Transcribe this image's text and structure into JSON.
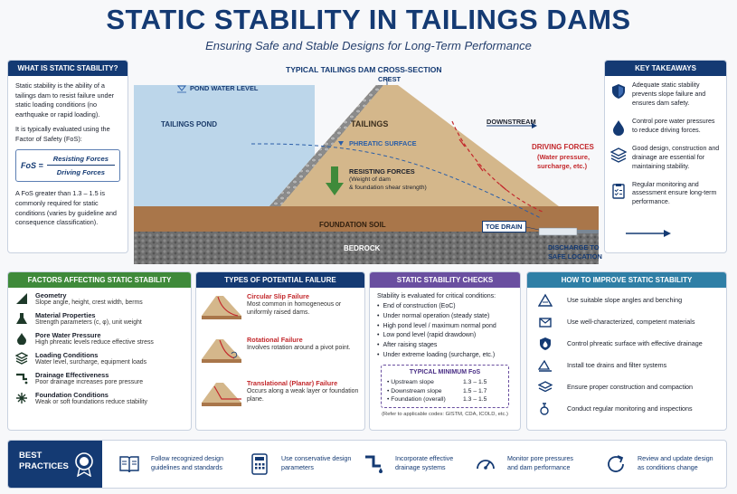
{
  "header": {
    "title": "STATIC STABILITY IN TAILINGS DAMS",
    "subtitle": "Ensuring Safe and Stable Designs for Long-Term Performance"
  },
  "colors": {
    "navy": "#143a73",
    "green": "#3f8a3a",
    "purple": "#6a4fa0",
    "teal": "#2f7fa6",
    "red": "#c3282c"
  },
  "what_is": {
    "title": "WHAT IS STATIC STABILITY?",
    "p1": "Static stability is the ability of a tailings dam to resist failure under static loading conditions (no earthquake or rapid loading).",
    "p2": "It is typically evaluated using the Factor of Safety (FoS):",
    "fos_label": "FoS =",
    "fos_num": "Resisting Forces",
    "fos_den": "Driving Forces",
    "p3": "A FoS greater than 1.3 – 1.5 is commonly required for static conditions (varies by guideline and consequence classification)."
  },
  "diagram": {
    "title": "TYPICAL TAILINGS DAM CROSS-SECTION",
    "pond_level": "POND WATER LEVEL",
    "crest": "CREST",
    "tailings_pond": "TAILINGS POND",
    "tailings": "TAILINGS",
    "downstream": "DOWNSTREAM",
    "phreatic": "PHREATIC SURFACE",
    "resisting_title": "RESISTING FORCES",
    "resisting_d1": "(Weight of dam",
    "resisting_d2": "& foundation shear strength)",
    "driving_title": "DRIVING FORCES",
    "driving_d1": "(Water pressure,",
    "driving_d2": "surcharge, etc.)",
    "foundation": "FOUNDATION SOIL",
    "bedrock": "BEDROCK",
    "toe_drain": "TOE DRAIN",
    "discharge_1": "DISCHARGE TO",
    "discharge_2": "SAFE LOCATION"
  },
  "takeaways": {
    "title": "KEY TAKEAWAYS",
    "items": [
      {
        "icon": "shield-icon",
        "text": "Adequate static stability prevents slope failure and ensures dam safety."
      },
      {
        "icon": "water-drop-icon",
        "text": "Control pore water pressures to reduce driving forces."
      },
      {
        "icon": "layers-icon",
        "text": "Good design, construction and drainage are essential for maintaining stability."
      },
      {
        "icon": "checklist-icon",
        "text": "Regular monitoring and assessment ensure long-term performance."
      }
    ]
  },
  "factors": {
    "title": "FACTORS AFFECTING STATIC STABILITY",
    "items": [
      {
        "icon": "ruler-icon",
        "title": "Geometry",
        "desc": "Slope angle, height, crest width, berms"
      },
      {
        "icon": "beaker-icon",
        "title": "Material Properties",
        "desc": "Strength parameters (c, φ), unit weight"
      },
      {
        "icon": "drop-icon",
        "title": "Pore Water Pressure",
        "desc": "High phreatic levels reduce effective stress"
      },
      {
        "icon": "stack-icon",
        "title": "Loading Conditions",
        "desc": "Water level, surcharge, equipment loads"
      },
      {
        "icon": "drain-icon",
        "title": "Drainage Effectiveness",
        "desc": "Poor drainage increases pore pressure"
      },
      {
        "icon": "crack-icon",
        "title": "Foundation Conditions",
        "desc": "Weak or soft foundations reduce stability"
      }
    ]
  },
  "failures": {
    "title": "TYPES OF POTENTIAL FAILURE",
    "items": [
      {
        "title": "Circular Slip Failure",
        "desc": "Most common in homogeneous or uniformly raised dams."
      },
      {
        "title": "Rotational Failure",
        "desc": "Involves rotation around a pivot point."
      },
      {
        "title": "Translational (Planar) Failure",
        "desc": "Occurs along a weak layer or foundation plane."
      }
    ]
  },
  "checks": {
    "title": "STATIC STABILITY CHECKS",
    "intro": "Stability is evaluated for critical conditions:",
    "items": [
      "End of construction (EoC)",
      "Under normal operation (steady state)",
      "High pond level / maximum normal pond",
      "Low pond level (rapid drawdown)",
      "After raising stages",
      "Under extreme loading (surcharge, etc.)"
    ],
    "min_title": "TYPICAL MINIMUM FoS",
    "min_rows": [
      {
        "label": "• Upstream slope",
        "value": "1.3 – 1.5"
      },
      {
        "label": "• Downstream slope",
        "value": "1.5 – 1.7"
      },
      {
        "label": "• Foundation (overall)",
        "value": "1.3 – 1.5"
      }
    ],
    "note": "(Refer to applicable codes: GISTM, CDA, ICOLD, etc.)"
  },
  "improve": {
    "title": "HOW TO IMPROVE STATIC STABILITY",
    "items": [
      {
        "icon": "slope-icon",
        "text": "Use suitable slope angles and benching"
      },
      {
        "icon": "material-icon",
        "text": "Use well-characterized, competent materials"
      },
      {
        "icon": "water-shield-icon",
        "text": "Control phreatic surface with effective drainage"
      },
      {
        "icon": "toe-drain-icon",
        "text": "Install toe drains and filter systems"
      },
      {
        "icon": "compaction-icon",
        "text": "Ensure proper construction and compaction"
      },
      {
        "icon": "inspection-icon",
        "text": "Conduct regular monitoring and inspections"
      }
    ]
  },
  "best_practices": {
    "label_1": "BEST",
    "label_2": "PRACTICES",
    "items": [
      {
        "icon": "book-icon",
        "text": "Follow recognized design guidelines and standards"
      },
      {
        "icon": "calculator-icon",
        "text": "Use conservative design parameters"
      },
      {
        "icon": "pipe-icon",
        "text": "Incorporate effective drainage systems"
      },
      {
        "icon": "gauge-icon",
        "text": "Monitor pore pressures and dam performance"
      },
      {
        "icon": "refresh-icon",
        "text": "Review and update design as conditions change"
      }
    ]
  }
}
